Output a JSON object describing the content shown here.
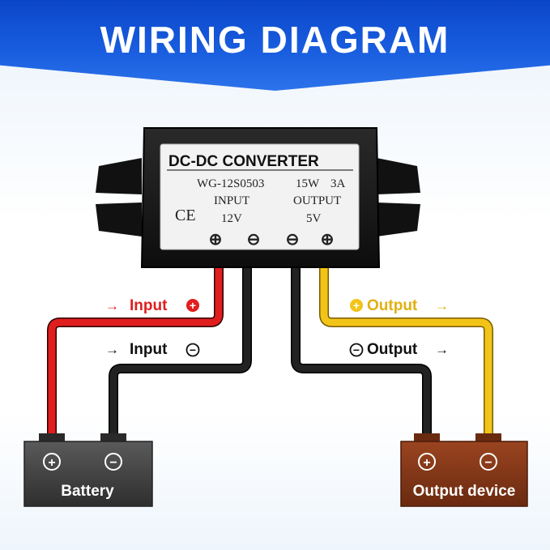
{
  "header": {
    "title": "WIRING DIAGRAM"
  },
  "converter": {
    "title": "DC-DC CONVERTER",
    "model": "WG-12S0503",
    "power": "15W",
    "current": "3A",
    "input_label": "INPUT",
    "output_label": "OUTPUT",
    "input_voltage": "12V",
    "output_voltage": "5V",
    "ce_mark": "CE",
    "terminals": [
      "⊕",
      "⊖",
      "⊖",
      "⊕"
    ]
  },
  "wires": {
    "input_pos": {
      "arrow": "→",
      "label": "Input",
      "sign": "+",
      "color": "#e01e1e"
    },
    "input_neg": {
      "arrow": "→",
      "label": "Input",
      "sign": "−",
      "color": "#1a1a1a"
    },
    "output_pos": {
      "sign": "+",
      "label": "Output",
      "arrow": "→",
      "color": "#f2c418"
    },
    "output_neg": {
      "sign": "−",
      "label": "Output",
      "arrow": "→",
      "color": "#1a1a1a"
    }
  },
  "battery": {
    "label": "Battery",
    "pos_sign": "+",
    "neg_sign": "−",
    "color": "#4a4a4a"
  },
  "output_device": {
    "label": "Output device",
    "pos_sign": "+",
    "neg_sign": "−",
    "color": "#8b3a1a"
  }
}
